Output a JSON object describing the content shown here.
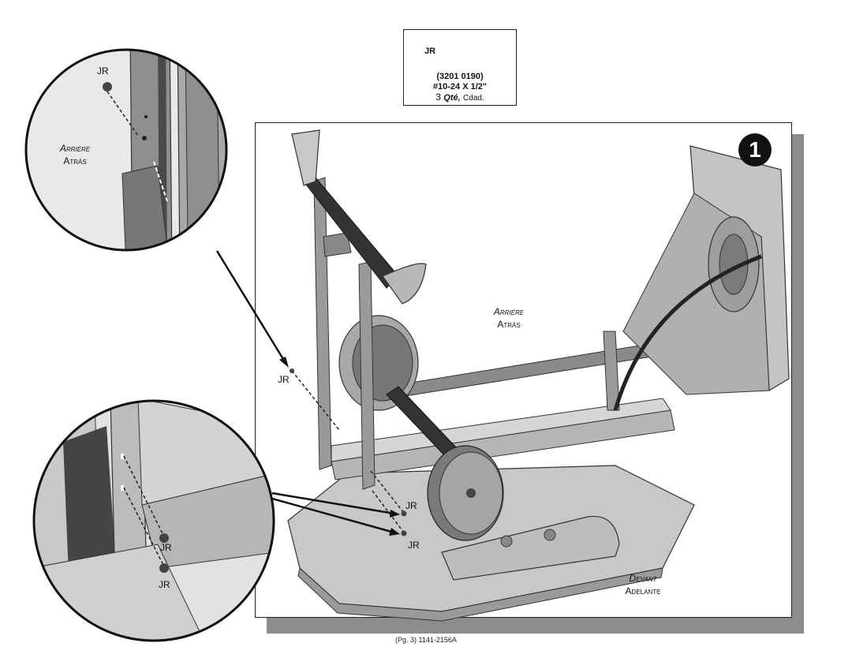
{
  "hardware": {
    "code": "JR",
    "part_number": "(3201 0190)",
    "size": "#10-24 X 1/2\"",
    "qty_num": "3",
    "qty_fr": "Qté,",
    "qty_es": "Cdad."
  },
  "step_number": "1",
  "labels": {
    "back_fr": "Arrière",
    "back_es": "Atrás",
    "front_fr": "Devant",
    "front_es": "Adelante"
  },
  "callouts": {
    "jr": "JR"
  },
  "footer": "(Pg. 3) 1141-2156A"
}
